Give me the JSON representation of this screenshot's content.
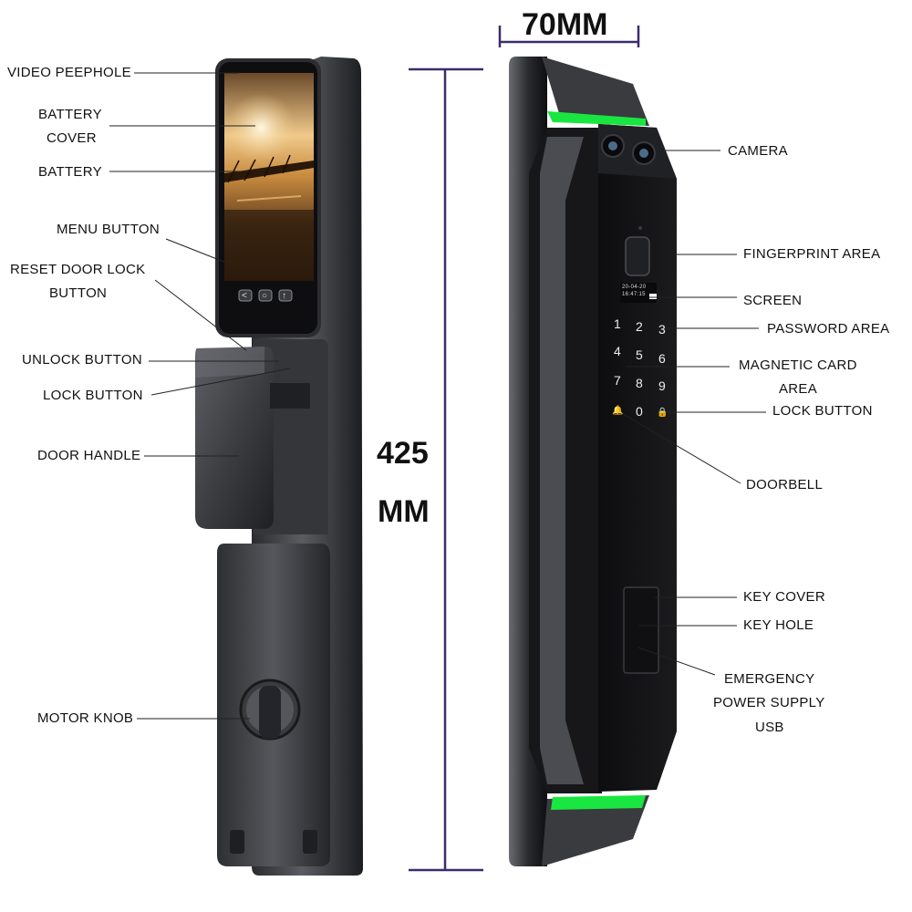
{
  "dimensions": {
    "width": "70MM",
    "height_value": "425",
    "height_unit": "MM"
  },
  "screen": {
    "buttons": [
      "<",
      "○",
      "↑"
    ]
  },
  "keypad": {
    "keys": [
      "1",
      "2",
      "3",
      "4",
      "5",
      "6",
      "7",
      "8",
      "9",
      "🔔",
      "0",
      "🔒"
    ],
    "screen_text_line1": "20-04-20",
    "screen_text_line2": "16:47:15"
  },
  "labels_left": {
    "video_peephole": "VIDEO PEEPHOLE",
    "battery_cover_1": "BATTERY",
    "battery_cover_2": "COVER",
    "battery": "BATTERY",
    "menu_button": "MENU BUTTON",
    "reset_1": "RESET DOOR LOCK",
    "reset_2": "BUTTON",
    "unlock_button": "UNLOCK BUTTON",
    "lock_button": "LOCK BUTTON",
    "door_handle": "DOOR HANDLE",
    "motor_knob": "MOTOR KNOB"
  },
  "labels_right": {
    "camera": "CAMERA",
    "fingerprint_area": "FINGERPRINT AREA",
    "screen": "SCREEN",
    "password_area": "PASSWORD AREA",
    "magnetic_1": "MAGNETIC CARD",
    "magnetic_2": "AREA",
    "lock_button": "LOCK BUTTON",
    "doorbell": "DOORBELL",
    "key_cover": "KEY COVER",
    "key_hole": "KEY HOLE",
    "emergency_1": "EMERGENCY",
    "emergency_2": "POWER SUPPLY",
    "emergency_3": "USB"
  },
  "colors": {
    "body_dark": "#1a1a1c",
    "body_metal": "#3a3b3f",
    "accent_green": "#19e640",
    "dimension_line": "#3d2b6b"
  }
}
